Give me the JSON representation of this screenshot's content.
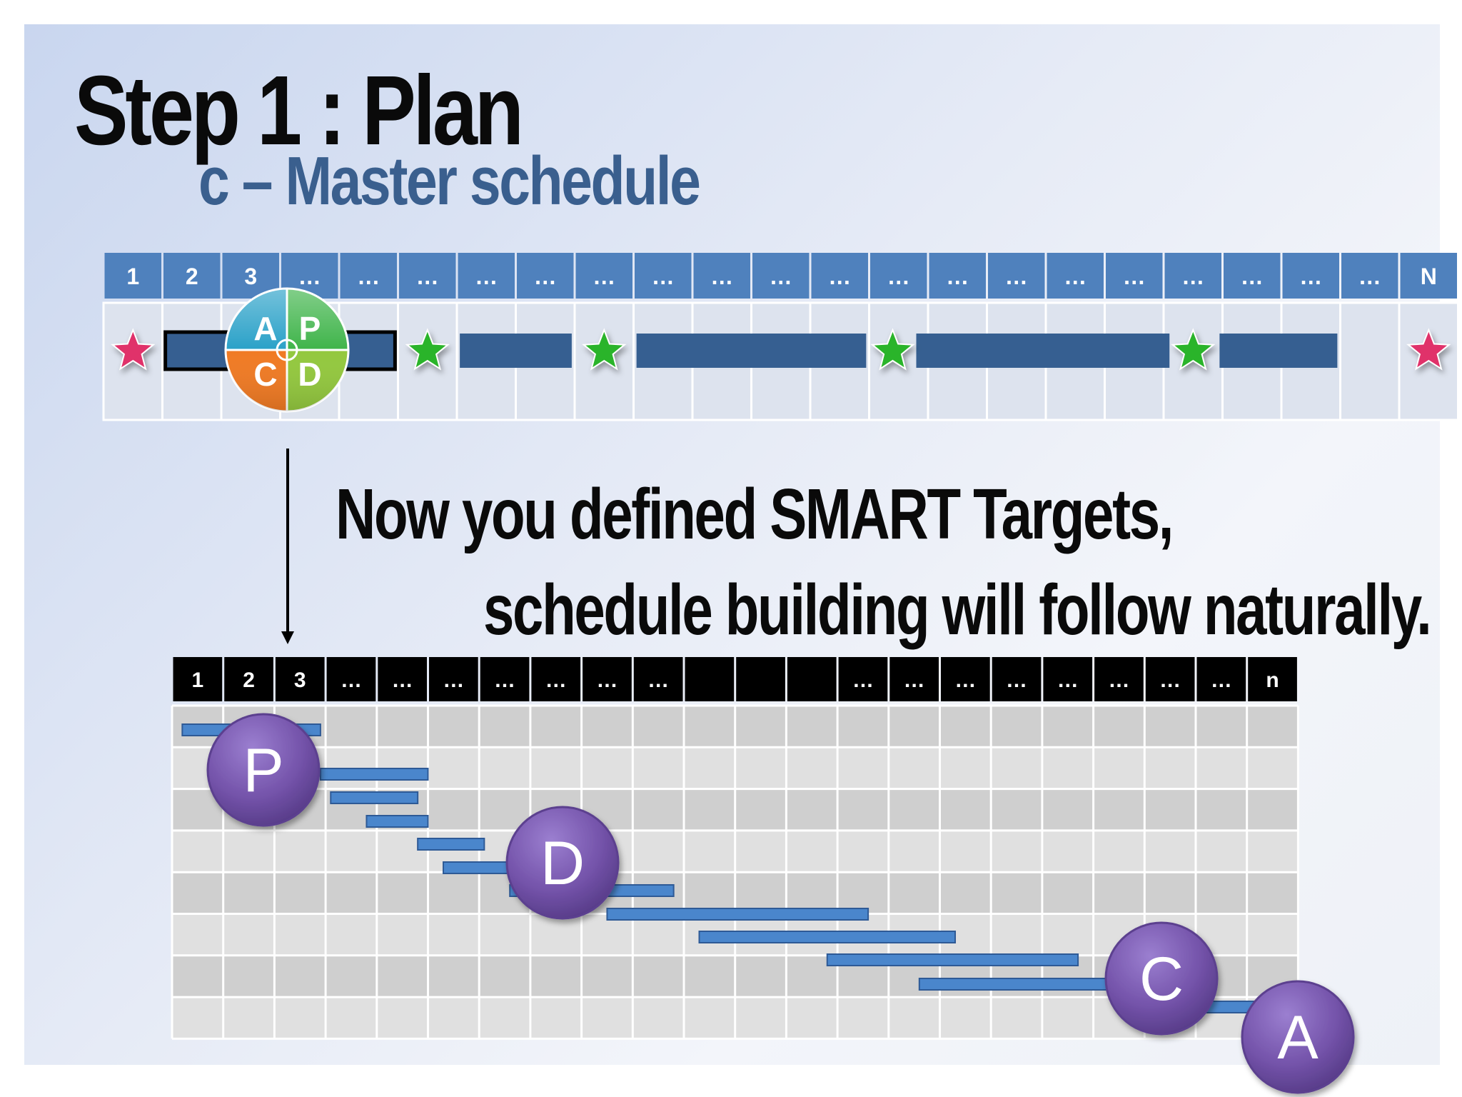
{
  "title": "Step 1 : Plan",
  "subtitle": "c – Master schedule",
  "message": {
    "line1": "Now you defined SMART Targets,",
    "line2": "schedule building will follow naturally."
  },
  "master_schedule": {
    "header_labels": [
      "1",
      "2",
      "3",
      "…",
      "…",
      "…",
      "…",
      "…",
      "…",
      "…",
      "…",
      "…",
      "…",
      "…",
      "…",
      "…",
      "…",
      "…",
      "…",
      "…",
      "…",
      "…",
      "N"
    ],
    "header_color": "#4f81bd",
    "bar_color": "#365f91",
    "milestones": [
      {
        "col": 0.5,
        "color": "#e0306a",
        "icon": "pink-star-icon"
      },
      {
        "col": 5.5,
        "color": "#2cb42c",
        "icon": "green-star-icon"
      },
      {
        "col": 8.5,
        "color": "#2cb42c",
        "icon": "green-star-icon"
      },
      {
        "col": 13.4,
        "color": "#2cb42c",
        "icon": "green-star-icon"
      },
      {
        "col": 18.5,
        "color": "#2cb42c",
        "icon": "green-star-icon"
      },
      {
        "col": 22.5,
        "color": "#e0306a",
        "icon": "pink-star-icon"
      }
    ],
    "pdca_wheel": {
      "labels": [
        "A",
        "P",
        "C",
        "D"
      ],
      "colors": [
        "#2aa1c8",
        "#3fb44a",
        "#f07a23",
        "#93c83e"
      ]
    }
  },
  "detail_schedule": {
    "header_labels": [
      "1",
      "2",
      "3",
      "…",
      "…",
      "…",
      "…",
      "…",
      "…",
      "…",
      "",
      "",
      "",
      "…",
      "…",
      "…",
      "…",
      "…",
      "…",
      "…",
      "…",
      "n"
    ],
    "header_color": "#000000",
    "bar_color": "#4a86cc",
    "row_colors": [
      "#cfcfcf",
      "#e0e0e0"
    ],
    "phase_circles": [
      {
        "label": "P",
        "color": "#7e5bb0"
      },
      {
        "label": "D",
        "color": "#7e5bb0"
      },
      {
        "label": "C",
        "color": "#7e5bb0"
      },
      {
        "label": "A",
        "color": "#7e5bb0"
      }
    ]
  }
}
